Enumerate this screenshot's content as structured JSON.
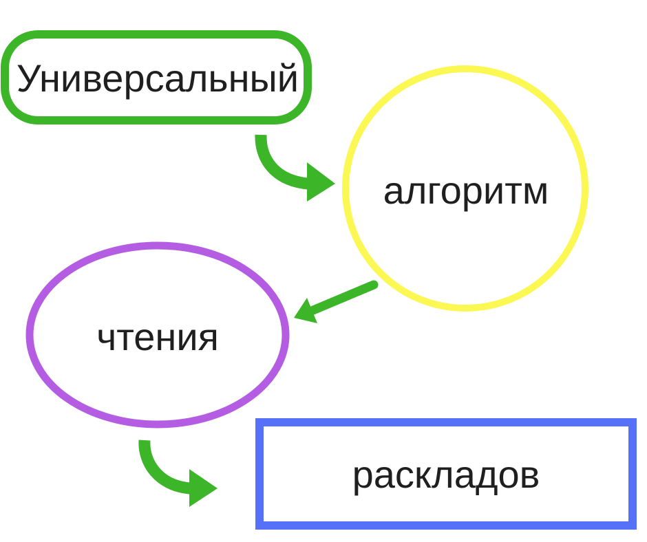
{
  "diagram": {
    "nodes": [
      {
        "id": "universal",
        "label": "Универсальный",
        "shape": "rounded-rect",
        "color": "#3cb528"
      },
      {
        "id": "algorithm",
        "label": "алгоритм",
        "shape": "circle",
        "color": "#fbf753"
      },
      {
        "id": "reading",
        "label": "чтения",
        "shape": "ellipse",
        "color": "#b45de3"
      },
      {
        "id": "spreads",
        "label": "раскладов",
        "shape": "rect",
        "color": "#5571f8"
      }
    ],
    "arrows": [
      {
        "from": "universal",
        "to": "algorithm",
        "color": "#3cb528"
      },
      {
        "from": "algorithm",
        "to": "reading",
        "color": "#3cb528"
      },
      {
        "from": "reading",
        "to": "spreads",
        "color": "#3cb528"
      }
    ]
  }
}
